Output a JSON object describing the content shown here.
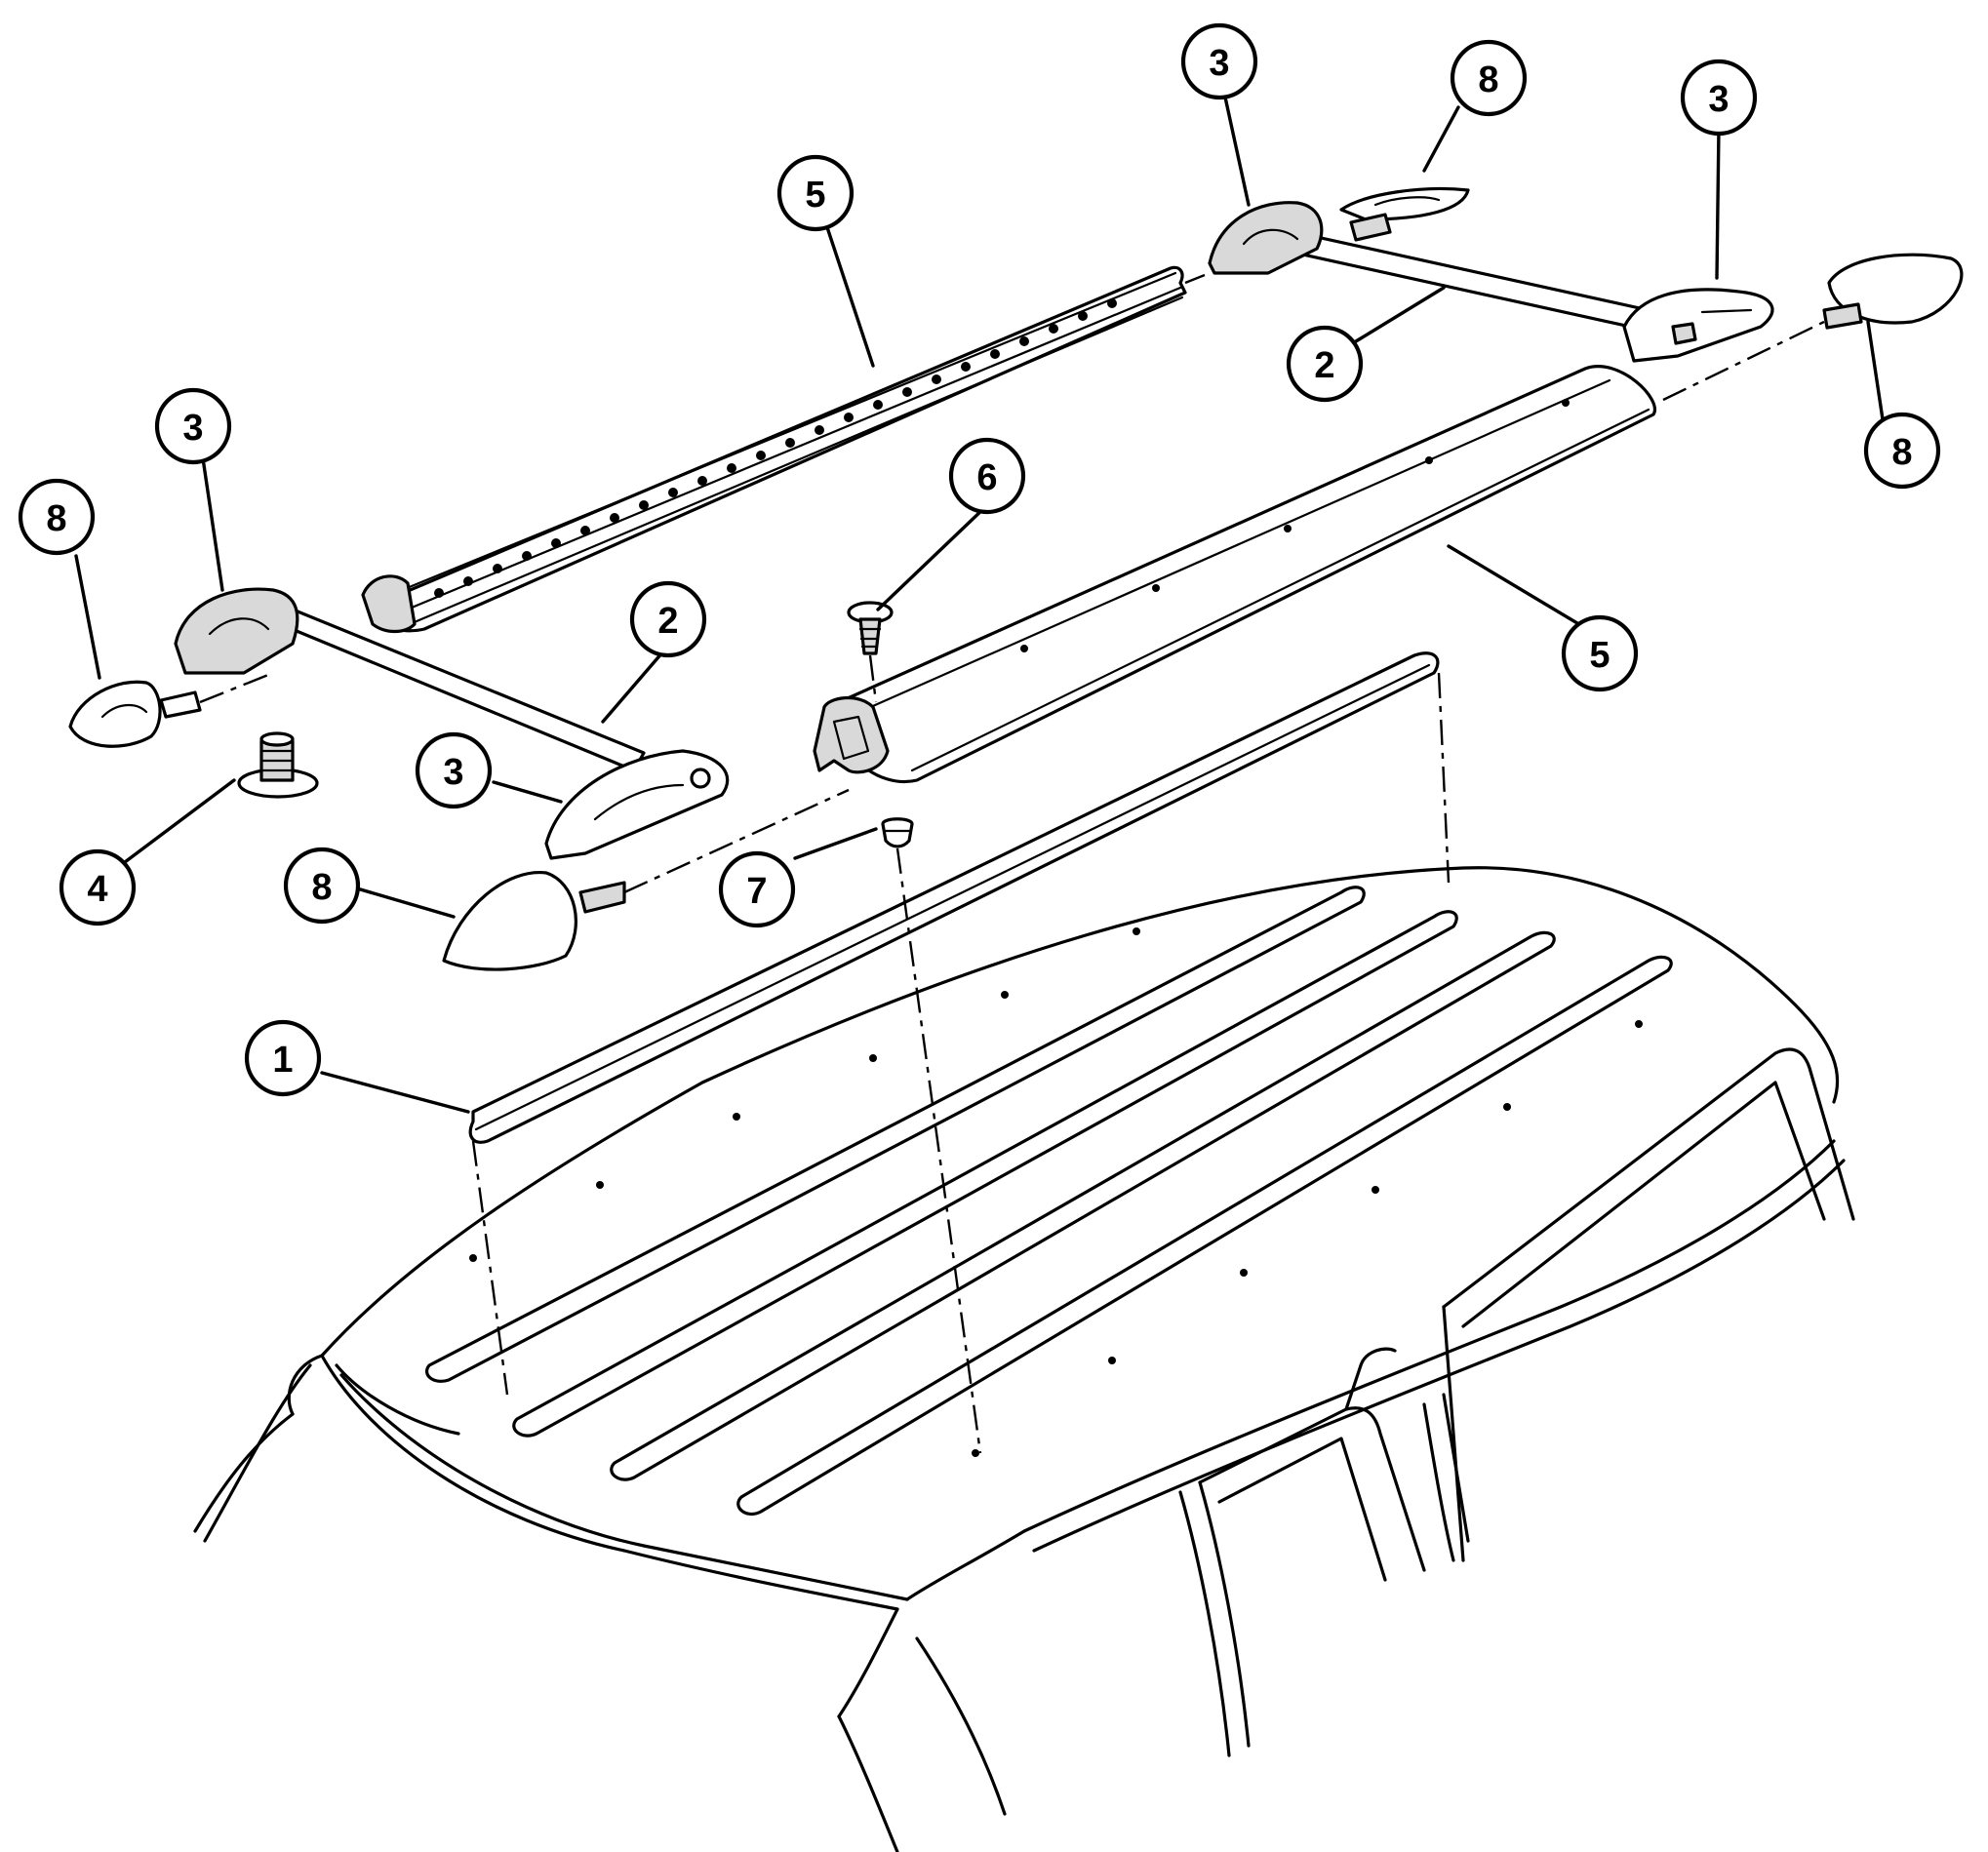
{
  "callouts": [
    {
      "id": "c1",
      "label": "1"
    },
    {
      "id": "c2a",
      "label": "2"
    },
    {
      "id": "c2b",
      "label": "2"
    },
    {
      "id": "c3a",
      "label": "3"
    },
    {
      "id": "c3b",
      "label": "3"
    },
    {
      "id": "c3c",
      "label": "3"
    },
    {
      "id": "c3d",
      "label": "3"
    },
    {
      "id": "c4",
      "label": "4"
    },
    {
      "id": "c5a",
      "label": "5"
    },
    {
      "id": "c5b",
      "label": "5"
    },
    {
      "id": "c6",
      "label": "6"
    },
    {
      "id": "c7",
      "label": "7"
    },
    {
      "id": "c8a",
      "label": "8"
    },
    {
      "id": "c8b",
      "label": "8"
    },
    {
      "id": "c8c",
      "label": "8"
    },
    {
      "id": "c8d",
      "label": "8"
    }
  ]
}
